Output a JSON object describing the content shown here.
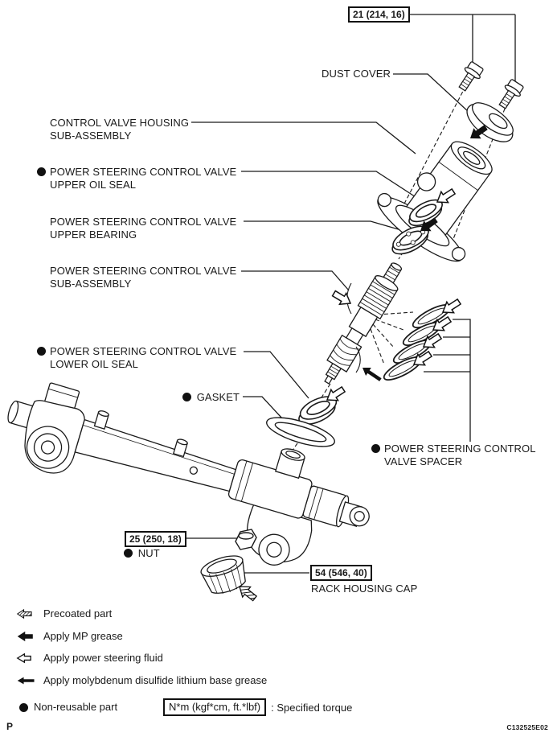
{
  "diagram": {
    "torque_boxes": {
      "bolts": "21 (214, 16)",
      "nut": "25 (250, 18)",
      "cap": "54 (546, 40)"
    },
    "labels": {
      "dust_cover": {
        "text": "DUST COVER"
      },
      "control_valve_housing": {
        "line1": "CONTROL VALVE HOUSING",
        "line2": "SUB-ASSEMBLY"
      },
      "upper_oil_seal": {
        "line1": "POWER STEERING CONTROL VALVE",
        "line2": "UPPER OIL SEAL"
      },
      "upper_bearing": {
        "line1": "POWER STEERING CONTROL VALVE",
        "line2": "UPPER BEARING"
      },
      "valve_sub_assembly": {
        "line1": "POWER STEERING CONTROL VALVE",
        "line2": "SUB-ASSEMBLY"
      },
      "lower_oil_seal": {
        "line1": "POWER STEERING CONTROL VALVE",
        "line2": "LOWER OIL SEAL"
      },
      "gasket": {
        "text": "GASKET"
      },
      "valve_spacer": {
        "line1": "POWER STEERING CONTROL",
        "line2": "VALVE SPACER"
      },
      "nut": {
        "text": "NUT"
      },
      "rack_housing_cap": {
        "text": "RACK HOUSING CAP"
      }
    },
    "legend": {
      "precoated": "Precoated part",
      "mp_grease": "Apply MP grease",
      "ps_fluid": "Apply power steering fluid",
      "moly_grease": "Apply molybdenum disulfide lithium base grease",
      "non_reusable": "Non-reusable part",
      "torque_unit": "N*m (kgf*cm, ft.*lbf)",
      "torque_suffix": ": Specified torque"
    },
    "footer": {
      "page_marker": "P",
      "figure_code": "C132525E02"
    }
  }
}
